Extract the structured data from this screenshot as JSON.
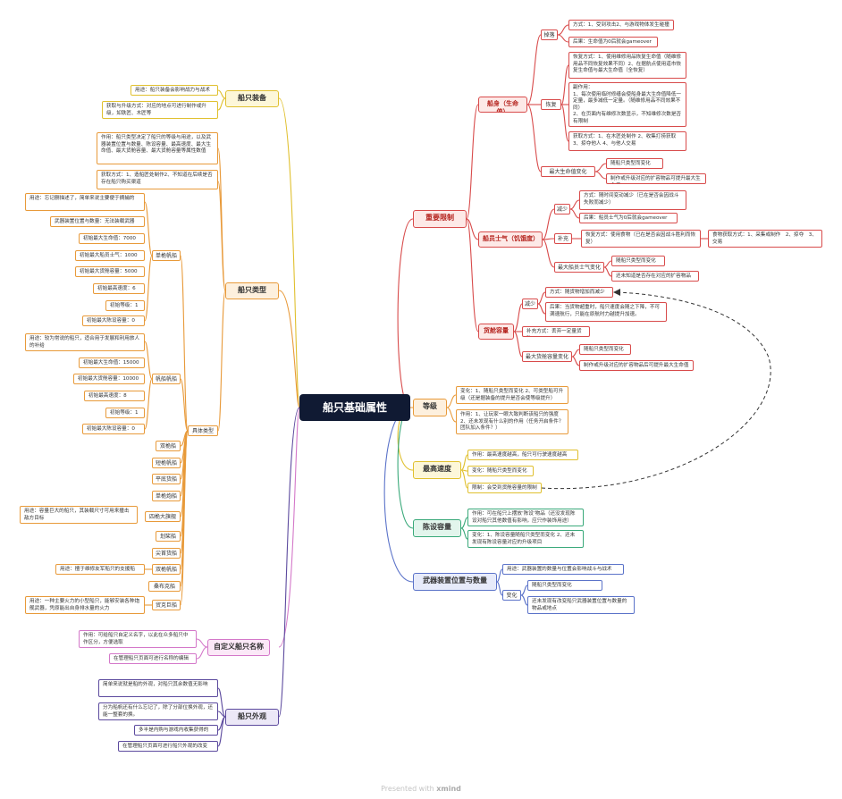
{
  "root": "船只基础属性",
  "footer": {
    "prefix": "Presented with ",
    "brand": "xmind"
  },
  "restrict": {
    "title": "重要限制",
    "hull": {
      "title": "船身（生命值）",
      "collapse": {
        "label": "掉落",
        "method": "方式：1、受到攻击2、与游戏物体发生碰撞",
        "result": "后果：生命值为0后就会gameover"
      },
      "repair": {
        "label": "恢复",
        "method": "恢复方式：1、使用维修用品恢复生命值（随维修用品不同恢复效果不同）2、在据航点使用道市恢复生命值与最大生命值（全恢复）",
        "side": "副作用：\n1、每次使用临时修缮会使船身最大生命值降低一定量，最多减低一定量。（随维修用品不同效果不同）\n2、在页面内有维修次数显示，不知维修次数是否有限制",
        "get": "获取方式：1、在木匠处制作 2、收集打捞获取 3、掠夺他人 4、与他人交易"
      },
      "max": {
        "label": "最大生命值变化",
        "a": "随船只类型而变化",
        "b": "制作或升级对应的扩容物品可提升最大生命值"
      }
    },
    "stamina": {
      "title": "船员士气（饥饿度）",
      "dec": {
        "label": "减少",
        "method": "方式：随时间变动减少（已在是否会因战斗失败而减少）",
        "result": "后果：船员士气为0后就会gameover"
      },
      "sup": {
        "label": "补充",
        "method": "恢复方式：使用食物（已在是否会因战斗胜利而恢复）",
        "food": "食物获取方式：1、采集或制作　2、掠夺　3、交易"
      },
      "max": {
        "label": "最大船员士气变化",
        "a": "随船只类型而变化",
        "b": "还未知道是否存在对应的扩容物品"
      }
    },
    "cargo": {
      "title": "货舱容量",
      "dec": {
        "label": "减少",
        "method": "方式：随货物增加而减少",
        "result": "后果：当货物超重时，船只速度会随之下降，不可满速航行，只能在原航时力越提升加速。"
      },
      "sup": "补充方式：丢弃一定量货物",
      "max": {
        "label": "最大货舱容量变化",
        "a": "随船只类型而变化",
        "b": "制作或升级对应的扩容物品后可提升最大生命值"
      }
    }
  },
  "level": {
    "title": "等级",
    "a": "变化：1、随船只类型而变化 2、可类型船可升级（还是据装备的提升是否会使等级提升）",
    "b": "作用：1、让玩家一眼大致判断该船只的强度 2、还未发现有什么别的作用（任务开启条件？团队加入条件？）"
  },
  "speed": {
    "title": "最高速度",
    "a": "作用：最高速度越高，船只可行驶速度越高",
    "b": "变化：随船只类型而变化",
    "c": "限制：会受到货舱容量的限制"
  },
  "defense": {
    "title": "陈设容量",
    "a": "作用：可在船只上摆放‘陈设’物品（还没发现陈设对船只其他数值有影响，应只作装饰用途）",
    "b": "变化：1、陈设容量随船只类型而变化 2、还未发现有陈设容量对应的升级项目"
  },
  "weapon": {
    "title": "武器装置位置与数量",
    "a": "用途：武器装置的数量与位置会影响战斗与战术",
    "change": {
      "label": "变化",
      "a": "随船只类型而变化",
      "b": "还未发现有改变船只武器装置位置与数量的物品或地点"
    }
  },
  "custom": {
    "title": "自定义船只名称",
    "a": "作用：可给船只自定义名字，以此在众多船只中作区分，方便选取",
    "b": "在管理船只页面可进行名称的编辑"
  },
  "look": {
    "title": "船只外观",
    "a": "简单来说就是船的外观，对船只其余数值无影响",
    "b": "分为船帆还有什么忘记了，除了分部位换外观，还能一整套的换。",
    "c": "多半是内购与游戏内收集获得的",
    "d": "在管理船只页面可进行船只外观的改变"
  },
  "equip": {
    "title": "船只装备",
    "a": "用途：船只装备会影响战力与战术",
    "b": "获取与升级方式：对应的地点可进行制作或升级，如铁匠、木匠等"
  },
  "types": {
    "title": "船只类型",
    "intro": "作用：船只类型决定了船只的等级与用途，以及武器装置位置与数量、陈设容量、最高速度、最大生命值、最大货舱容量、最大货舱容量等属性数值",
    "get": "获取方式：1、造船匠处制作2、不知道在后续是否存在船只购买渠道",
    "specific": "具体类型",
    "single": {
      "label": "单桅帆船",
      "items": [
        "用途：忘记删描述了，简单来说主要便于摘捕的",
        "武器装置位置与数量：无法装载武器",
        "初始最大生命值：7000",
        "初始最大船员士气：1000",
        "初始最大货舱容量：5000",
        "初始最高速度：6",
        "初始等级：1",
        "初始最大陈设容量：0"
      ]
    },
    "brig": {
      "label": "帆船帆船",
      "items": [
        "用途：较为常说的船只，适合用于发展和利用旅人的补给",
        "初始最大生命值：15000",
        "初始最大货舱容量：10000",
        "初始最高速度：8",
        "初始等级：1",
        "初始最大陈设容量：0"
      ]
    },
    "others": [
      "双桅船",
      "短桅帆船",
      "平底货船",
      "单桅炮船",
      "四桅大旗舰",
      "划桨船",
      "尖首货船",
      "双桅帆船",
      "桑布克船",
      "贸克巨船"
    ],
    "notes": {
      "four": "用途：容量巨大的船只，其装载尺寸可用来撞击敌方目标",
      "double": "用途：擅于维修友军船只的支援船",
      "last": "用途：一种主要火力的小型船只，能够安装各种炮舰武器，凭原能出自身排水量的火力"
    }
  },
  "colors": {
    "red": "#d84b4b",
    "orange": "#e89a3a",
    "yellow": "#e0c02f",
    "green": "#3aa97a",
    "blue": "#5b73c9",
    "pink": "#d478c9",
    "purple": "#5c4a9e",
    "root": "#101a33"
  }
}
